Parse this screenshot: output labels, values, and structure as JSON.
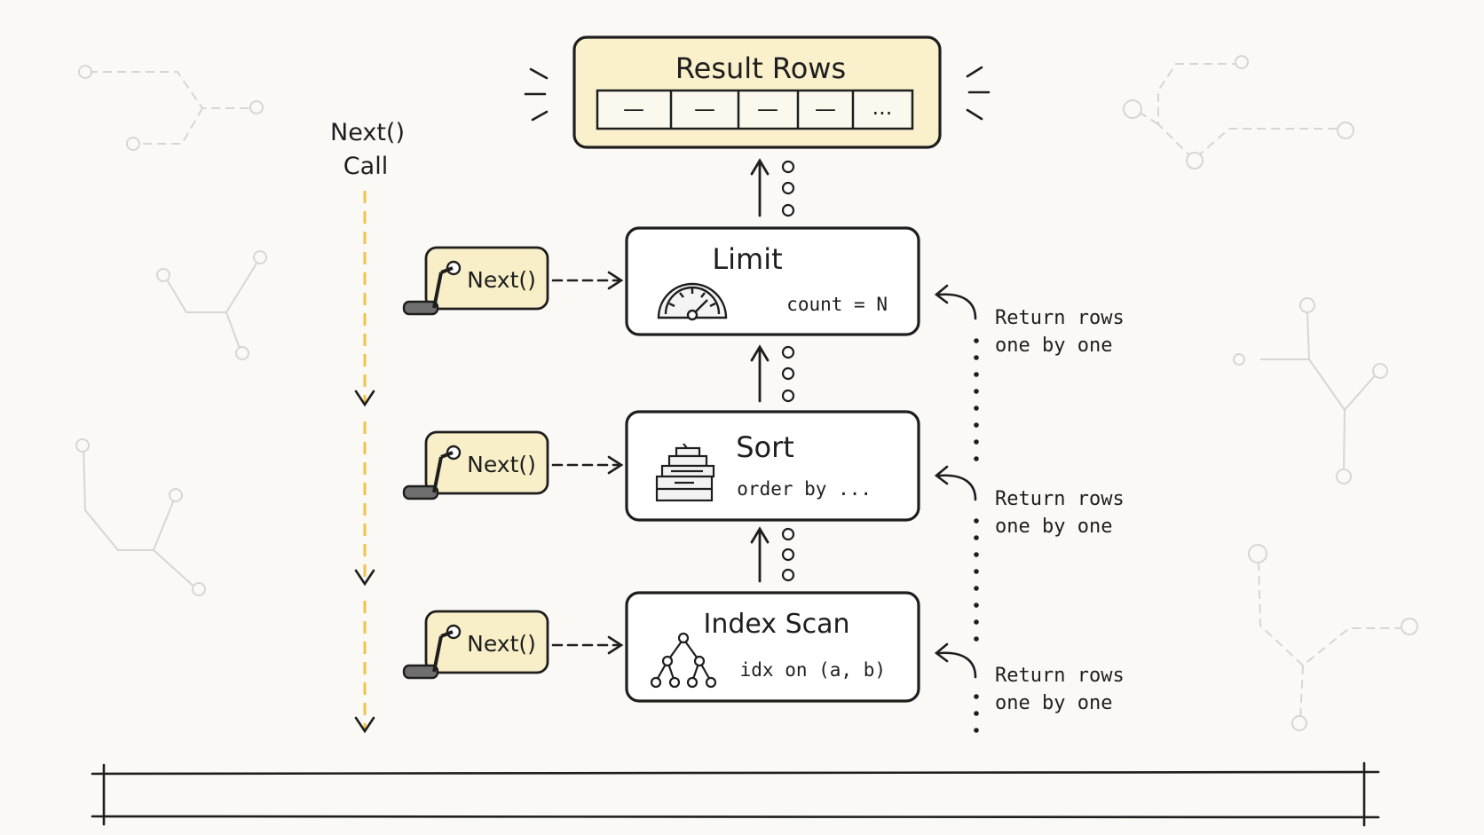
{
  "result": {
    "title": "Result Rows",
    "cells": [
      "—",
      "—",
      "—",
      "—",
      "..."
    ]
  },
  "next_call_label": {
    "line1": "Next()",
    "line2": "Call"
  },
  "operators": [
    {
      "name": "Limit",
      "detail": "count = N",
      "icon": "speedometer-icon",
      "crank_label": "Next()"
    },
    {
      "name": "Sort",
      "detail": "order by ...",
      "icon": "sort-stack-icon",
      "crank_label": "Next()"
    },
    {
      "name": "Index Scan",
      "detail": "idx on (a, b)",
      "icon": "tree-icon",
      "crank_label": "Next()"
    }
  ],
  "return_labels": [
    {
      "line1": "Return rows",
      "line2": "one by one"
    },
    {
      "line1": "Return rows",
      "line2": "one by one"
    },
    {
      "line1": "Return rows",
      "line2": "one by one"
    }
  ],
  "colors": {
    "highlight_fill": "#faf1cc",
    "crank_fill": "#f8efc8",
    "dashed_arrow": "#f1c24a",
    "ink": "#1e1e1e",
    "faint": "#d8d8d8",
    "background": "#fbf9f5"
  }
}
